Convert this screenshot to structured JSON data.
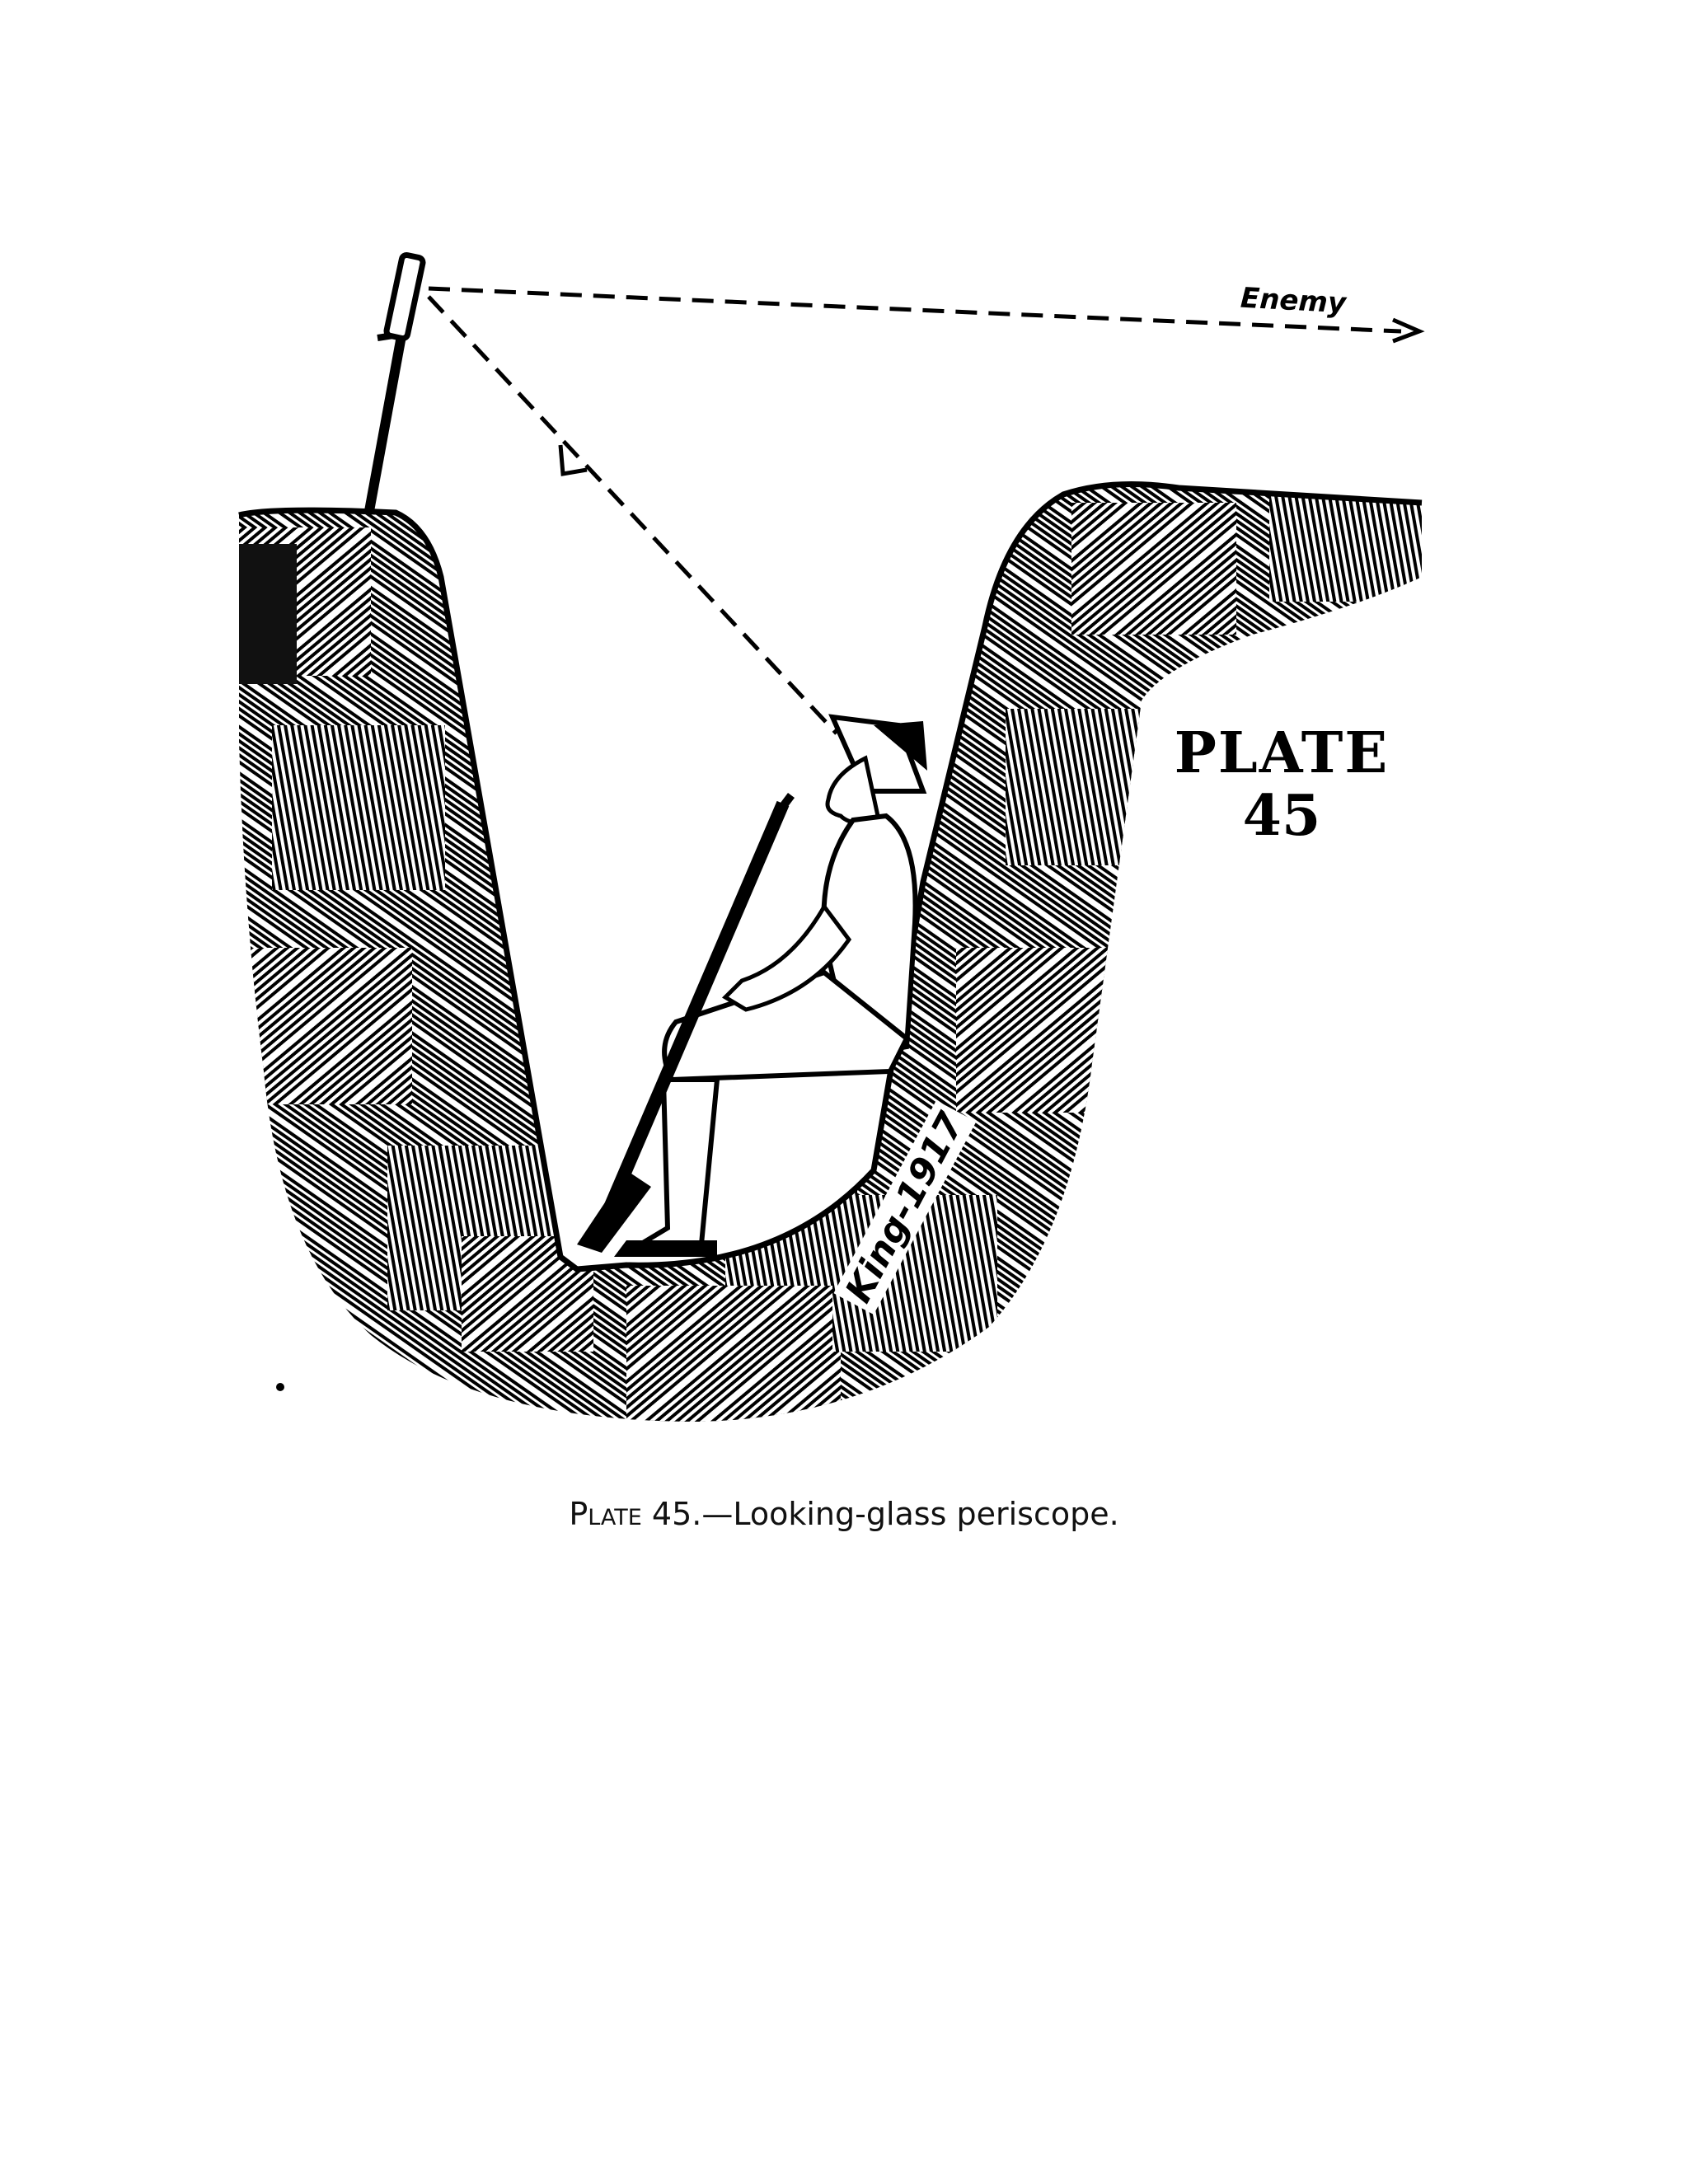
{
  "illustration": {
    "arrow_label": "Enemy",
    "plate_word": "PLATE",
    "plate_number": "45",
    "signature": "King-1917"
  },
  "caption": {
    "plate_word": "Plate",
    "rest": " 45.—Looking-glass periscope."
  },
  "colors": {
    "ink": "#000000",
    "paper": "#ffffff"
  },
  "icons": {
    "periscope": "periscope-mirror-icon",
    "soldier": "seated-soldier-icon",
    "rifle": "rifle-icon",
    "arrow": "arrow-right-icon"
  }
}
